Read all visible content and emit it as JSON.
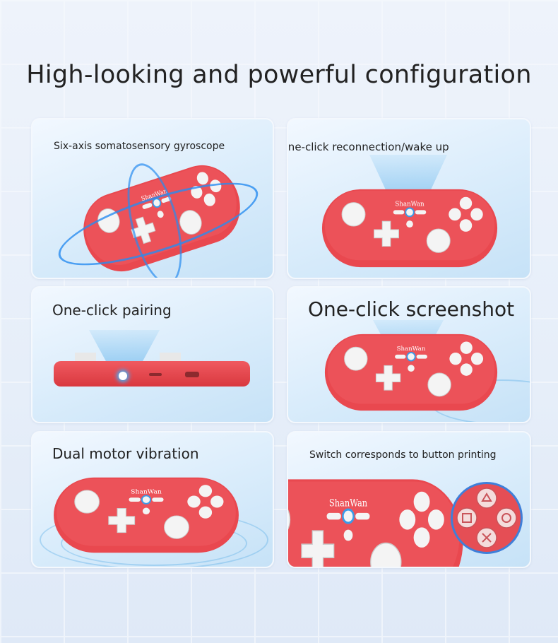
{
  "title": "High-looking and powerful configuration",
  "brand": "ShanWan",
  "colors": {
    "controller": "#e9484f",
    "button": "#f4f4f4",
    "accent": "#3a9be8",
    "background": "#e8effa"
  },
  "features": [
    {
      "label": "Six-axis somatosensory gyroscope"
    },
    {
      "label": "One-click reconnection/wake up"
    },
    {
      "label": "One-click pairing"
    },
    {
      "label": "One-click screenshot"
    },
    {
      "label": "Dual motor vibration"
    },
    {
      "label": "Switch corresponds to button printing"
    }
  ]
}
